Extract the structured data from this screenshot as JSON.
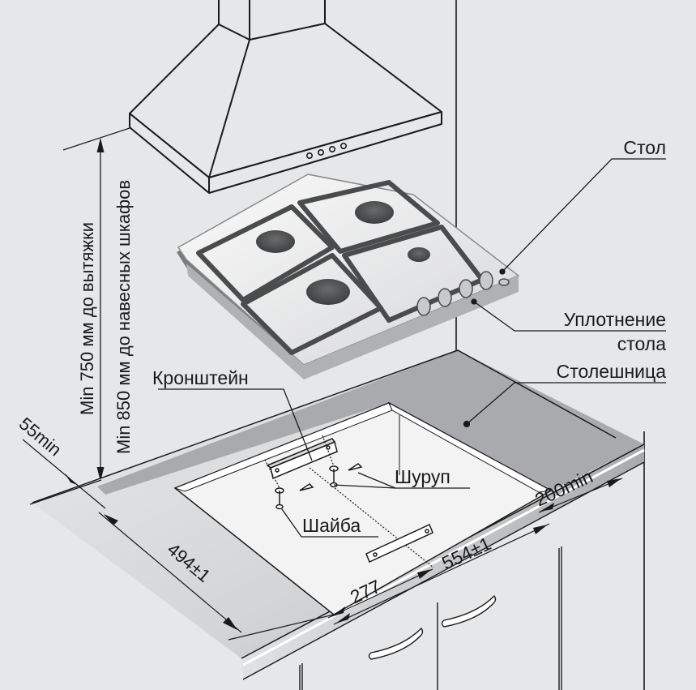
{
  "labels": {
    "hood_clearance": "Min 750 мм до вытяжки",
    "cabinet_clearance": "Min 850 мм до навесных шкафов",
    "hob": "Стол",
    "seal_line1": "Уплотнение",
    "seal_line2": "стола",
    "countertop": "Столешница",
    "bracket": "Кронштейн",
    "screw": "Шуруп",
    "washer": "Шайба"
  },
  "dimensions": {
    "front_edge": "55min",
    "cutout_depth": "494±1",
    "cutout_width": "554±1",
    "half_width": "277",
    "side_clearance": "200min"
  },
  "colors": {
    "background": "#e6e7e9",
    "countertop_dark": "#a9aaad",
    "cutout": "#f4f4f5",
    "ink": "#1a1a1a",
    "grate": "#4a4b4d"
  }
}
